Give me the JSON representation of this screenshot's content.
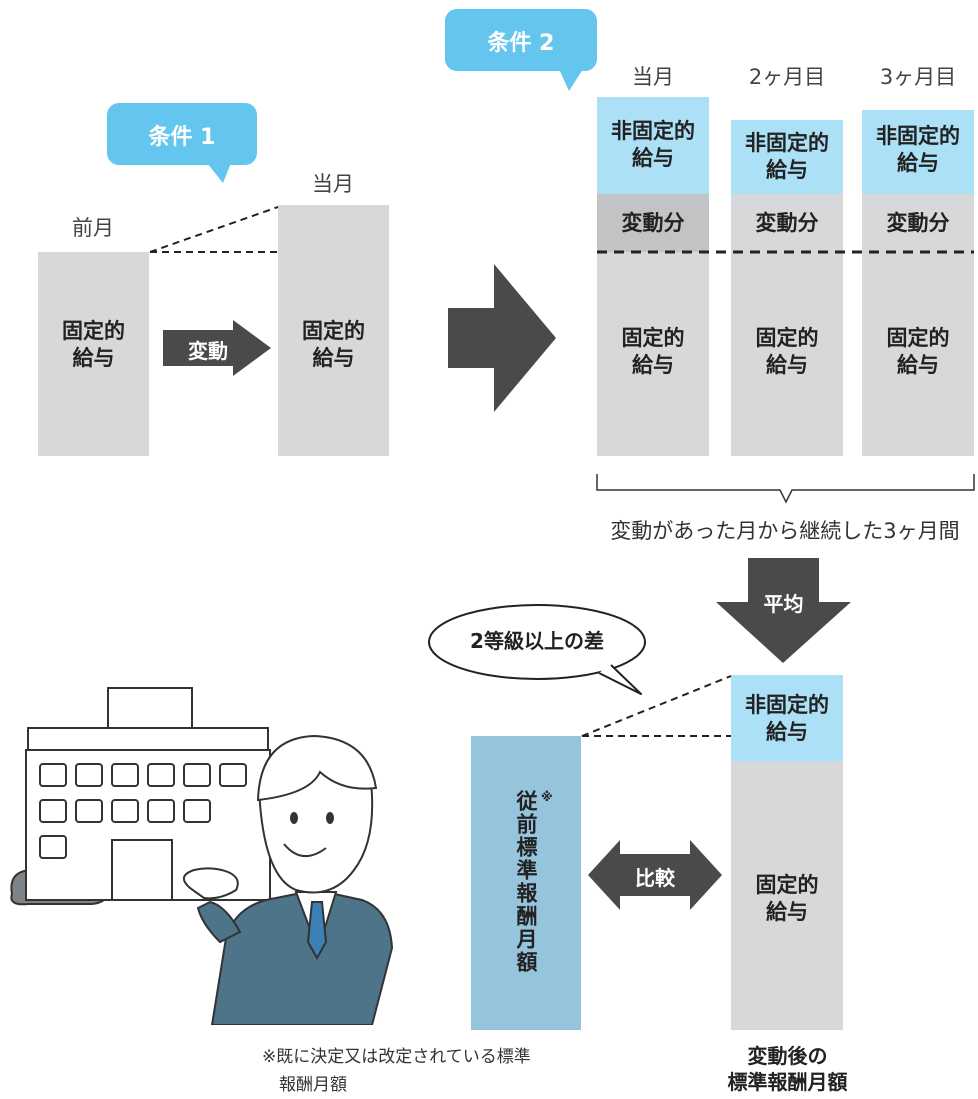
{
  "condition1": {
    "tag": "条件 1",
    "prev_month_label": "前月",
    "current_month_label": "当月",
    "fixed_pay": "固定的\n給与",
    "change_arrow": "変動"
  },
  "condition2": {
    "tag": "条件 2",
    "months": [
      {
        "label": "当月",
        "non_fixed": "非固定的\n給与",
        "variable": "変動分",
        "fixed": "固定的\n給与"
      },
      {
        "label": "2ヶ月目",
        "non_fixed": "非固定的\n給与",
        "variable": "変動分",
        "fixed": "固定的\n給与"
      },
      {
        "label": "3ヶ月目",
        "non_fixed": "非固定的\n給与",
        "variable": "変動分",
        "fixed": "固定的\n給与"
      }
    ],
    "brace_caption": "変動があった月から継続した3ヶ月間",
    "average_arrow": "平均"
  },
  "comparison": {
    "speech_bubble": "2等級以上の差",
    "previous_standard_vertical": "従前標準報酬月額",
    "footnote_mark": "※",
    "compare_arrow": "比較",
    "new_non_fixed": "非固定的\n給与",
    "new_fixed": "固定的\n給与",
    "new_standard_caption": "変動後の\n標準報酬月額",
    "footnote": "※既に決定又は改定されている標準\n　報酬月額"
  },
  "colors": {
    "tag_blue": "#64c6ee",
    "bar_gray": "#d7d8d9",
    "bar_variable": "#c2c3c5",
    "bar_blue": "#abe0f6",
    "bar_previous": "#96c4dc",
    "arrow_dark": "#4a4a4a"
  }
}
